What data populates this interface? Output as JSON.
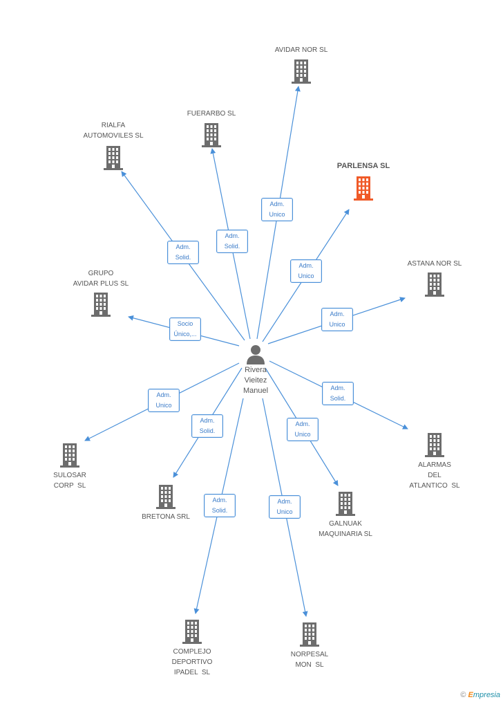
{
  "center": {
    "name": "Rivera\nVieitez\nManuel"
  },
  "companies": [
    {
      "id": "avidar-nor",
      "name": "AVIDAR NOR SL",
      "highlight": false
    },
    {
      "id": "fuerarbo",
      "name": "FUERARBO SL",
      "highlight": false
    },
    {
      "id": "rialfa",
      "name": "RIALFA\nAUTOMOVILES SL",
      "highlight": false
    },
    {
      "id": "parlensa",
      "name": "PARLENSA SL",
      "highlight": true
    },
    {
      "id": "astana-nor",
      "name": "ASTANA NOR SL",
      "highlight": false
    },
    {
      "id": "grupo-avidar",
      "name": "GRUPO\nAVIDAR PLUS SL",
      "highlight": false
    },
    {
      "id": "sulosar",
      "name": "SULOSAR\nCORP  SL",
      "highlight": false
    },
    {
      "id": "bretona",
      "name": "BRETONA SRL",
      "highlight": false
    },
    {
      "id": "alarmas",
      "name": "ALARMAS\nDEL\nATLANTICO  SL",
      "highlight": false
    },
    {
      "id": "galnuak",
      "name": "GALNUAK\nMAQUINARIA SL",
      "highlight": false
    },
    {
      "id": "complejo",
      "name": "COMPLEJO\nDEPORTIVO\nIPADEL  SL",
      "highlight": false
    },
    {
      "id": "norpesal",
      "name": "NORPESAL\nMON  SL",
      "highlight": false
    }
  ],
  "roles": [
    {
      "target": "avidar-nor",
      "label": "Adm.\nUnico"
    },
    {
      "target": "fuerarbo",
      "label": "Adm.\nSolid."
    },
    {
      "target": "rialfa",
      "label": "Adm.\nSolid."
    },
    {
      "target": "parlensa",
      "label": "Adm.\nUnico"
    },
    {
      "target": "astana-nor",
      "label": "Adm.\nUnico"
    },
    {
      "target": "grupo-avidar",
      "label": "Socio\nÚnico,..."
    },
    {
      "target": "sulosar",
      "label": "Adm.\nUnico"
    },
    {
      "target": "bretona",
      "label": "Adm.\nSolid."
    },
    {
      "target": "alarmas",
      "label": "Adm.\nSolid."
    },
    {
      "target": "galnuak",
      "label": "Adm.\nUnico"
    },
    {
      "target": "complejo",
      "label": "Adm.\nSolid."
    },
    {
      "target": "norpesal",
      "label": "Adm.\nUnico"
    }
  ],
  "colors": {
    "edge": "#4a90d9",
    "building": "#6d6d6d",
    "building_highlight": "#f05a28",
    "person": "#6d6d6d"
  },
  "icons": {
    "company": "building-icon",
    "person": "person-icon",
    "copyright": "copyright-icon"
  },
  "footer": {
    "copyright": "©",
    "brand_e": "E",
    "brand_rest": "mpresia"
  }
}
